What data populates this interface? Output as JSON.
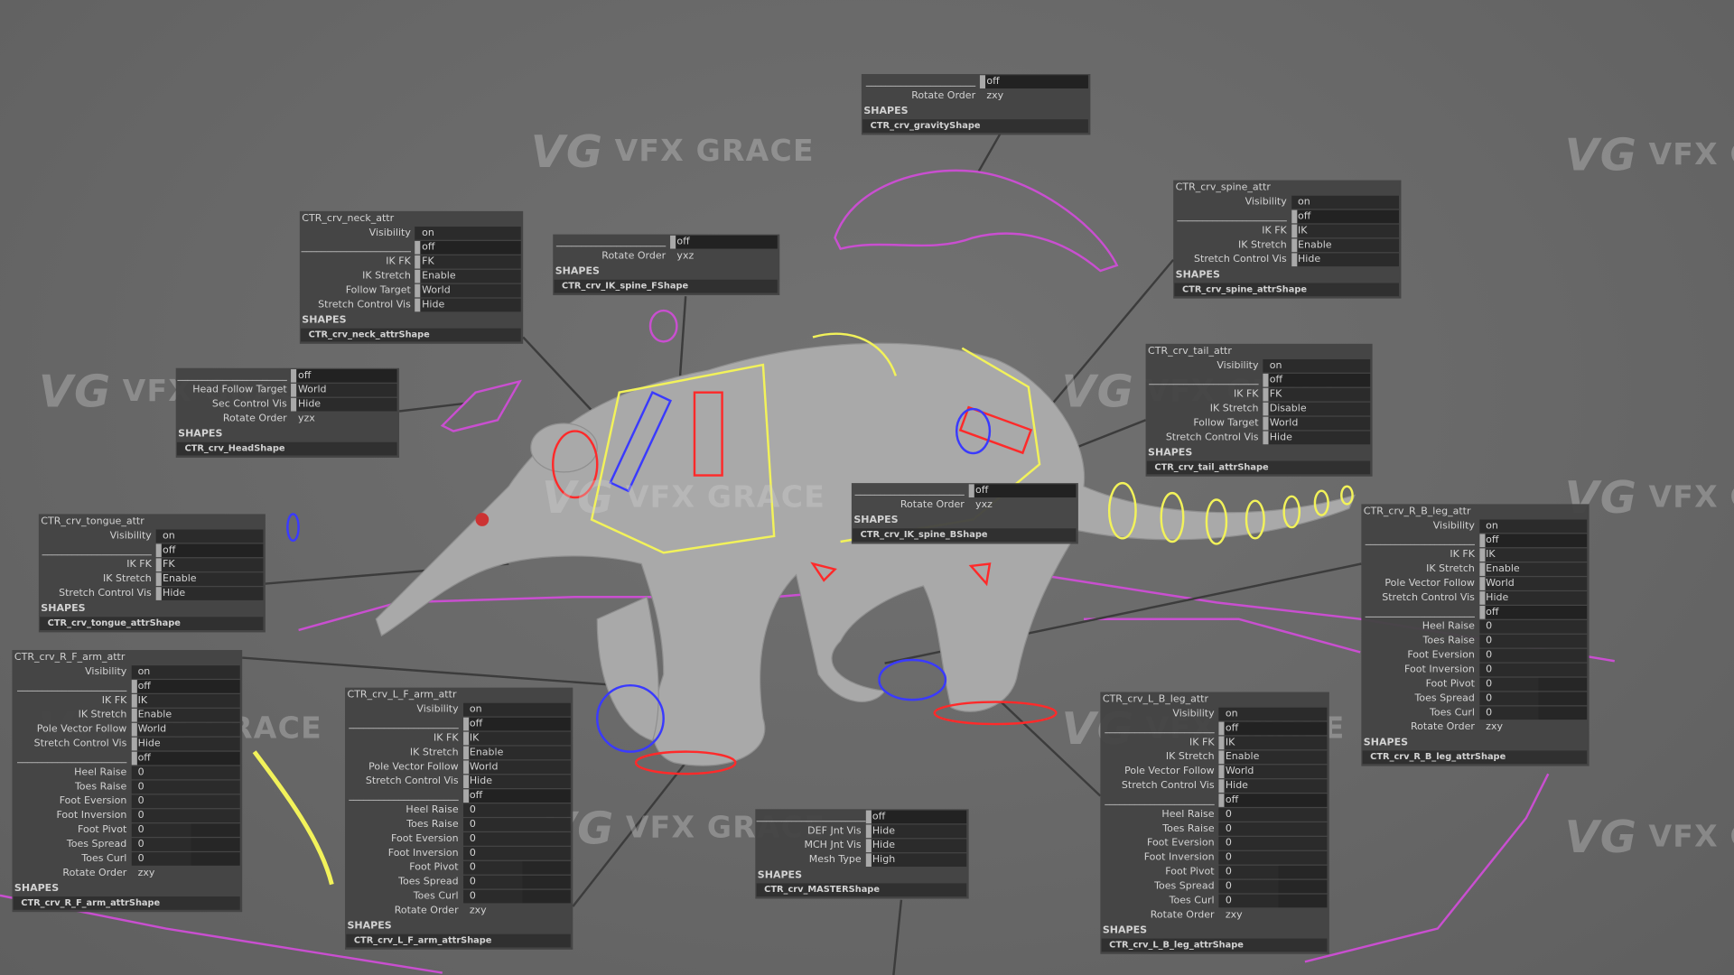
{
  "watermark": {
    "logo": "VG",
    "text": "VFX GRACE"
  },
  "colors": {
    "yellow": "#f2f25a",
    "magenta": "#d04fd8",
    "red": "#ff2a2a",
    "blue": "#3a3aff",
    "panel": "#444444"
  },
  "panels": [
    {
      "id": "gravity",
      "title": "",
      "rows": [
        {
          "label": "______________________",
          "value": "off",
          "kind": "enum dark"
        },
        {
          "label": "Rotate Order",
          "value": "zxy",
          "kind": "plain"
        }
      ],
      "shapes_label": "SHAPES",
      "shape": "CTR_crv_gravityShape"
    },
    {
      "id": "neck",
      "title": "CTR_crv_neck_attr",
      "rows": [
        {
          "label": "Visibility",
          "value": "on",
          "kind": ""
        },
        {
          "label": "______________________",
          "value": "off",
          "kind": "enum dark"
        },
        {
          "label": "IK FK",
          "value": "FK",
          "kind": "enum"
        },
        {
          "label": "IK Stretch",
          "value": "Enable",
          "kind": "enum"
        },
        {
          "label": "Follow Target",
          "value": "World",
          "kind": "enum"
        },
        {
          "label": "Stretch Control Vis",
          "value": "Hide",
          "kind": "enum"
        }
      ],
      "shapes_label": "SHAPES",
      "shape": "CTR_crv_neck_attrShape"
    },
    {
      "id": "spineF",
      "title": "",
      "rows": [
        {
          "label": "______________________",
          "value": "off",
          "kind": "enum dark"
        },
        {
          "label": "Rotate Order",
          "value": "yxz",
          "kind": "plain"
        }
      ],
      "shapes_label": "SHAPES",
      "shape": "CTR_crv_IK_spine_FShape"
    },
    {
      "id": "spine",
      "title": "CTR_crv_spine_attr",
      "rows": [
        {
          "label": "Visibility",
          "value": "on",
          "kind": ""
        },
        {
          "label": "______________________",
          "value": "off",
          "kind": "enum dark"
        },
        {
          "label": "IK FK",
          "value": "IK",
          "kind": "enum"
        },
        {
          "label": "IK Stretch",
          "value": "Enable",
          "kind": "enum"
        },
        {
          "label": "Stretch Control Vis",
          "value": "Hide",
          "kind": "enum"
        }
      ],
      "shapes_label": "SHAPES",
      "shape": "CTR_crv_spine_attrShape"
    },
    {
      "id": "head",
      "title": "",
      "rows": [
        {
          "label": "______________________",
          "value": "off",
          "kind": "enum dark"
        },
        {
          "label": "Head Follow Target",
          "value": "World",
          "kind": "enum"
        },
        {
          "label": "Sec Control Vis",
          "value": "Hide",
          "kind": "enum"
        },
        {
          "label": "Rotate Order",
          "value": "yzx",
          "kind": "plain"
        }
      ],
      "shapes_label": "SHAPES",
      "shape": "CTR_crv_HeadShape"
    },
    {
      "id": "tail",
      "title": "CTR_crv_tail_attr",
      "rows": [
        {
          "label": "Visibility",
          "value": "on",
          "kind": ""
        },
        {
          "label": "______________________",
          "value": "off",
          "kind": "enum dark"
        },
        {
          "label": "IK FK",
          "value": "FK",
          "kind": "enum"
        },
        {
          "label": "IK Stretch",
          "value": "Disable",
          "kind": "enum"
        },
        {
          "label": "Follow Target",
          "value": "World",
          "kind": "enum"
        },
        {
          "label": "Stretch Control Vis",
          "value": "Hide",
          "kind": "enum"
        }
      ],
      "shapes_label": "SHAPES",
      "shape": "CTR_crv_tail_attrShape"
    },
    {
      "id": "spineB",
      "title": "",
      "rows": [
        {
          "label": "______________________",
          "value": "off",
          "kind": "enum dark"
        },
        {
          "label": "Rotate Order",
          "value": "yxz",
          "kind": "plain"
        }
      ],
      "shapes_label": "SHAPES",
      "shape": "CTR_crv_IK_spine_BShape"
    },
    {
      "id": "tongue",
      "title": "CTR_crv_tongue_attr",
      "rows": [
        {
          "label": "Visibility",
          "value": "on",
          "kind": ""
        },
        {
          "label": "______________________",
          "value": "off",
          "kind": "enum dark"
        },
        {
          "label": "IK FK",
          "value": "FK",
          "kind": "enum"
        },
        {
          "label": "IK Stretch",
          "value": "Enable",
          "kind": "enum"
        },
        {
          "label": "Stretch Control Vis",
          "value": "Hide",
          "kind": "enum"
        }
      ],
      "shapes_label": "SHAPES",
      "shape": "CTR_crv_tongue_attrShape"
    },
    {
      "id": "rbleg",
      "title": "CTR_crv_R_B_leg_attr",
      "rows": [
        {
          "label": "Visibility",
          "value": "on",
          "kind": ""
        },
        {
          "label": "______________________",
          "value": "off",
          "kind": "enum dark"
        },
        {
          "label": "IK FK",
          "value": "IK",
          "kind": "enum"
        },
        {
          "label": "IK Stretch",
          "value": "Enable",
          "kind": "enum"
        },
        {
          "label": "Pole Vector Follow",
          "value": "World",
          "kind": "enum"
        },
        {
          "label": "Stretch Control Vis",
          "value": "Hide",
          "kind": "enum"
        },
        {
          "label": "______________________",
          "value": "off",
          "kind": "enum dark"
        },
        {
          "label": "Heel Raise",
          "value": "0",
          "kind": ""
        },
        {
          "label": "Toes Raise",
          "value": "0",
          "kind": ""
        },
        {
          "label": "Foot Eversion",
          "value": "0",
          "kind": ""
        },
        {
          "label": "Foot Inversion",
          "value": "0",
          "kind": ""
        },
        {
          "label": "Foot Pivot",
          "value": "0",
          "kind": "num"
        },
        {
          "label": "Toes Spread",
          "value": "0",
          "kind": "num"
        },
        {
          "label": "Toes Curl",
          "value": "0",
          "kind": "num"
        },
        {
          "label": "Rotate Order",
          "value": "zxy",
          "kind": "plain"
        }
      ],
      "shapes_label": "SHAPES",
      "shape": "CTR_crv_R_B_leg_attrShape"
    },
    {
      "id": "rfarm",
      "title": "CTR_crv_R_F_arm_attr",
      "rows": [
        {
          "label": "Visibility",
          "value": "on",
          "kind": ""
        },
        {
          "label": "______________________",
          "value": "off",
          "kind": "enum dark"
        },
        {
          "label": "IK FK",
          "value": "IK",
          "kind": "enum"
        },
        {
          "label": "IK Stretch",
          "value": "Enable",
          "kind": "enum"
        },
        {
          "label": "Pole Vector Follow",
          "value": "World",
          "kind": "enum"
        },
        {
          "label": "Stretch Control Vis",
          "value": "Hide",
          "kind": "enum"
        },
        {
          "label": "______________________",
          "value": "off",
          "kind": "enum dark"
        },
        {
          "label": "Heel Raise",
          "value": "0",
          "kind": ""
        },
        {
          "label": "Toes Raise",
          "value": "0",
          "kind": ""
        },
        {
          "label": "Foot Eversion",
          "value": "0",
          "kind": ""
        },
        {
          "label": "Foot Inversion",
          "value": "0",
          "kind": ""
        },
        {
          "label": "Foot Pivot",
          "value": "0",
          "kind": "num"
        },
        {
          "label": "Toes Spread",
          "value": "0",
          "kind": "num"
        },
        {
          "label": "Toes Curl",
          "value": "0",
          "kind": "num"
        },
        {
          "label": "Rotate Order",
          "value": "zxy",
          "kind": "plain"
        }
      ],
      "shapes_label": "SHAPES",
      "shape": "CTR_crv_R_F_arm_attrShape"
    },
    {
      "id": "lfarm",
      "title": "CTR_crv_L_F_arm_attr",
      "rows": [
        {
          "label": "Visibility",
          "value": "on",
          "kind": ""
        },
        {
          "label": "______________________",
          "value": "off",
          "kind": "enum dark"
        },
        {
          "label": "IK FK",
          "value": "IK",
          "kind": "enum"
        },
        {
          "label": "IK Stretch",
          "value": "Enable",
          "kind": "enum"
        },
        {
          "label": "Pole Vector Follow",
          "value": "World",
          "kind": "enum"
        },
        {
          "label": "Stretch Control Vis",
          "value": "Hide",
          "kind": "enum"
        },
        {
          "label": "______________________",
          "value": "off",
          "kind": "enum dark"
        },
        {
          "label": "Heel Raise",
          "value": "0",
          "kind": ""
        },
        {
          "label": "Toes Raise",
          "value": "0",
          "kind": ""
        },
        {
          "label": "Foot Eversion",
          "value": "0",
          "kind": ""
        },
        {
          "label": "Foot Inversion",
          "value": "0",
          "kind": ""
        },
        {
          "label": "Foot Pivot",
          "value": "0",
          "kind": "num"
        },
        {
          "label": "Toes Spread",
          "value": "0",
          "kind": "num"
        },
        {
          "label": "Toes Curl",
          "value": "0",
          "kind": "num"
        },
        {
          "label": "Rotate Order",
          "value": "zxy",
          "kind": "plain"
        }
      ],
      "shapes_label": "SHAPES",
      "shape": "CTR_crv_L_F_arm_attrShape"
    },
    {
      "id": "master",
      "title": "",
      "rows": [
        {
          "label": "______________________",
          "value": "off",
          "kind": "enum dark"
        },
        {
          "label": "DEF Jnt Vis",
          "value": "Hide",
          "kind": "enum"
        },
        {
          "label": "MCH Jnt Vis",
          "value": "Hide",
          "kind": "enum"
        },
        {
          "label": "Mesh Type",
          "value": "High",
          "kind": "enum"
        }
      ],
      "shapes_label": "SHAPES",
      "shape": "CTR_crv_MASTERShape"
    },
    {
      "id": "lbleg",
      "title": "CTR_crv_L_B_leg_attr",
      "rows": [
        {
          "label": "Visibility",
          "value": "on",
          "kind": ""
        },
        {
          "label": "______________________",
          "value": "off",
          "kind": "enum dark"
        },
        {
          "label": "IK FK",
          "value": "IK",
          "kind": "enum"
        },
        {
          "label": "IK Stretch",
          "value": "Enable",
          "kind": "enum"
        },
        {
          "label": "Pole Vector Follow",
          "value": "World",
          "kind": "enum"
        },
        {
          "label": "Stretch Control Vis",
          "value": "Hide",
          "kind": "enum"
        },
        {
          "label": "______________________",
          "value": "off",
          "kind": "enum dark"
        },
        {
          "label": "Heel Raise",
          "value": "0",
          "kind": ""
        },
        {
          "label": "Toes Raise",
          "value": "0",
          "kind": ""
        },
        {
          "label": "Foot Eversion",
          "value": "0",
          "kind": ""
        },
        {
          "label": "Foot Inversion",
          "value": "0",
          "kind": ""
        },
        {
          "label": "Foot Pivot",
          "value": "0",
          "kind": "num"
        },
        {
          "label": "Toes Spread",
          "value": "0",
          "kind": "num"
        },
        {
          "label": "Toes Curl",
          "value": "0",
          "kind": "num"
        },
        {
          "label": "Rotate Order",
          "value": "zxy",
          "kind": "plain"
        }
      ],
      "shapes_label": "SHAPES",
      "shape": "CTR_crv_L_B_leg_attrShape"
    }
  ]
}
